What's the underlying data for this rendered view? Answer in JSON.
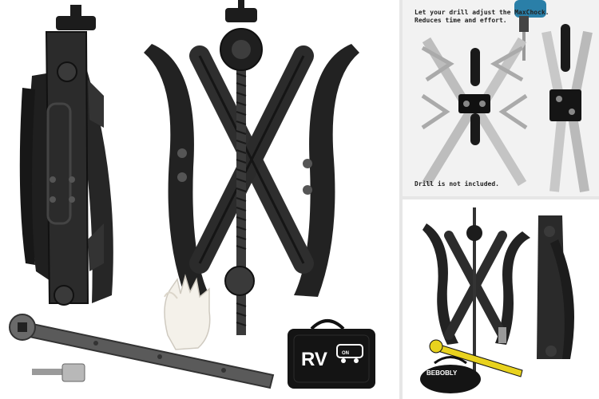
{
  "panels": {
    "top_right": {
      "caption_line1": "Let your drill adjust the MaxChock.",
      "caption_line2": "Reduces time and effort.",
      "caption_bottom": "Drill is not included."
    },
    "main": {
      "bag_logo_letters": "RV",
      "bag_logo_small": "ON"
    },
    "bottom_right": {
      "bag_brand": "BEBOBLY"
    }
  },
  "colors": {
    "chock_black": "#1c1c1c",
    "chock_dark": "#2a2a2a",
    "metal_silver": "#c8c8c8",
    "handle_yellow": "#e8d21e",
    "glove_white": "#f4f1ea"
  }
}
